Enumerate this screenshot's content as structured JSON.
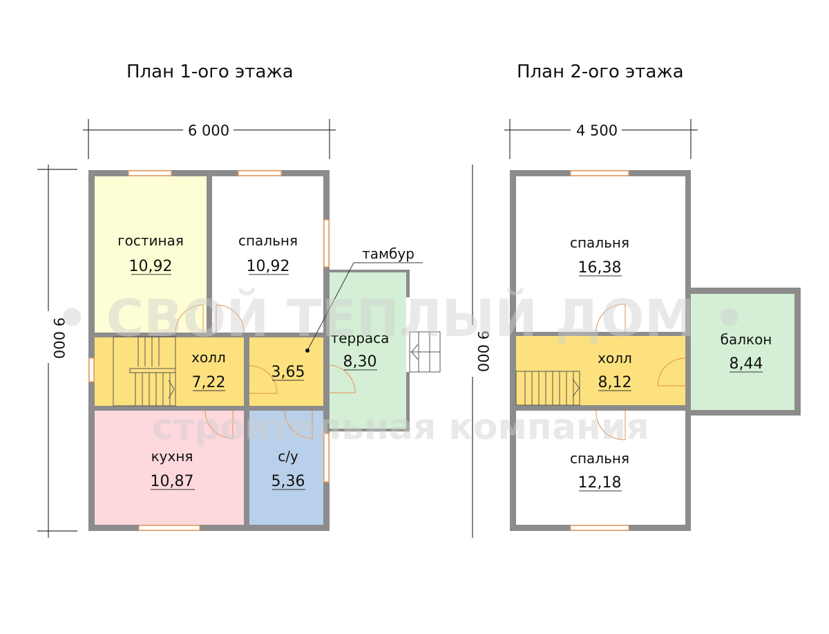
{
  "floor1": {
    "title": "План 1-ого этажа",
    "width_dim": "6 000",
    "height_dim": "9 000",
    "rooms": [
      {
        "name": "гостиная",
        "area": "10,92",
        "color": "#fefed6"
      },
      {
        "name": "спальня",
        "area": "10,92",
        "color": "#ffffff"
      },
      {
        "name": "холл",
        "area": "7,22",
        "color": "#fde17e"
      },
      {
        "name": "",
        "area": "3,65",
        "color": "#fde17e"
      },
      {
        "name": "терраса",
        "area": "8,30",
        "color": "#d4efd5"
      },
      {
        "name": "кухня",
        "area": "10,87",
        "color": "#fdd8dc"
      },
      {
        "name": "с/у",
        "area": "5,36",
        "color": "#b9d0ea"
      }
    ],
    "callout": "тамбур"
  },
  "floor2": {
    "title": "План 2-ого этажа",
    "width_dim": "4 500",
    "height_dim": "9 000",
    "rooms": [
      {
        "name": "спальня",
        "area": "16,38",
        "color": "#ffffff"
      },
      {
        "name": "холл",
        "area": "8,12",
        "color": "#fde17e"
      },
      {
        "name": "балкон",
        "area": "8,44",
        "color": "#d4efd5"
      },
      {
        "name": "спальня",
        "area": "12,18",
        "color": "#ffffff"
      }
    ]
  },
  "watermark": {
    "line1": "• СВОЙ ТЕПЛЫЙ ДОМ •",
    "line2": "строительная компания"
  },
  "colors": {
    "wall": "#8c8c8c",
    "window": "#f0a060",
    "door": "#e09050"
  }
}
